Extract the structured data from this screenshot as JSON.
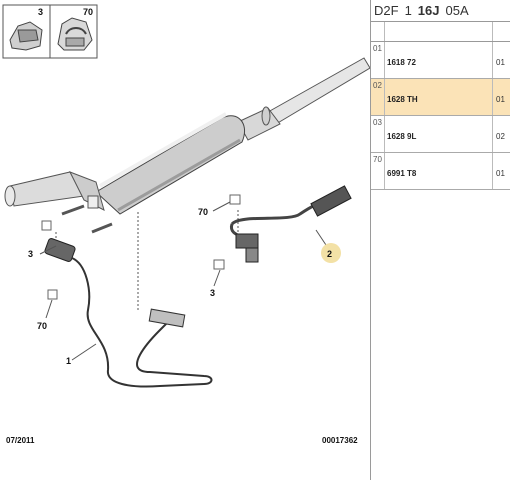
{
  "diagram": {
    "thumbnails": [
      {
        "qty": "3",
        "icon": "clip-icon"
      },
      {
        "qty": "70",
        "icon": "clamp-icon"
      }
    ],
    "callouts": {
      "label_70_top": "70",
      "label_3_left": "3",
      "label_70_left": "70",
      "label_1": "1",
      "label_2": "2",
      "label_3_right": "3"
    },
    "footer_date": "07/2011",
    "footer_ref": "00017362"
  },
  "panel": {
    "header_prefix": "D2F",
    "header_mid1": "1",
    "header_mid2": "16J",
    "header_suffix": "05A",
    "rows": [
      {
        "idx": "01",
        "ref": "1618 72",
        "q": "01",
        "selected": false
      },
      {
        "idx": "02",
        "ref": "1628 TH",
        "q": "01",
        "selected": true
      },
      {
        "idx": "03",
        "ref": "1628 9L",
        "q": "02",
        "selected": false
      },
      {
        "idx": "70",
        "ref": "6991 T8",
        "q": "01",
        "selected": false
      }
    ]
  },
  "colors": {
    "selected_row": "#fbe3b7",
    "callout_badge": "#f3e1a6"
  }
}
